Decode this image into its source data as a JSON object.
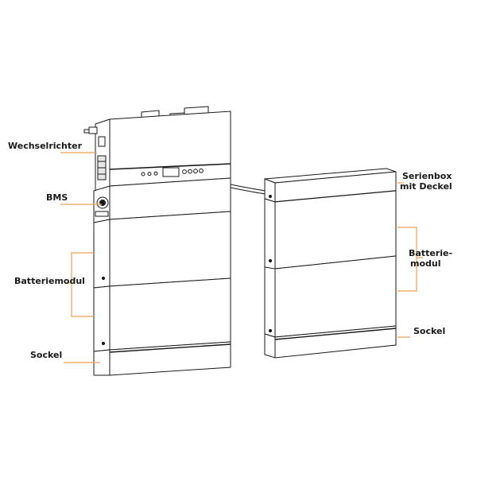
{
  "labels": {
    "inverter": "Wechselrichter",
    "bms": "BMS",
    "battery_module_left": "Batteriemodul",
    "base_left": "Sockel",
    "series_box_line1": "Serienbox",
    "series_box_line2": "mit Deckel",
    "battery_module_right_line1": "Batterie-",
    "battery_module_right_line2": "modul",
    "base_right": "Sockel"
  },
  "colors": {
    "leader": "#f0a050",
    "outline": "#1a1a1a",
    "fill": "#ffffff",
    "shade": "#e6e6e6"
  }
}
